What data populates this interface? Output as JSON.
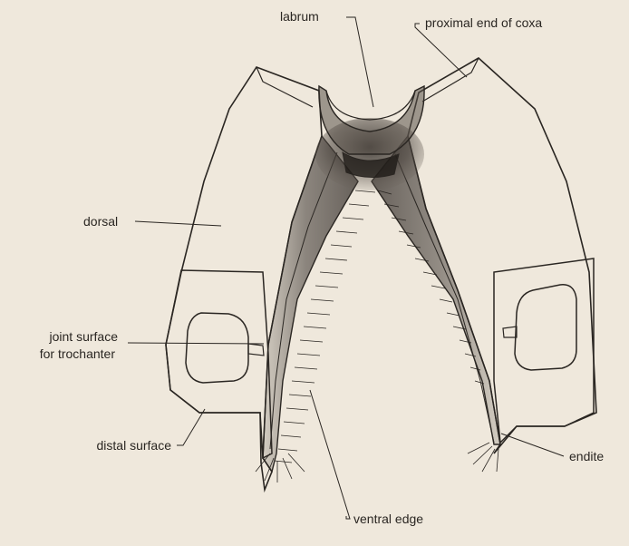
{
  "colors": {
    "background": "#efe8dc",
    "ink": "#2a2622",
    "stipple": "#3a3430"
  },
  "labels": {
    "labrum": "labrum",
    "proximal_end": "proximal end of coxa",
    "dorsal": "dorsal",
    "joint_surface_line1": "joint surface",
    "joint_surface_line2": "for trochanter",
    "distal_surface": "distal surface",
    "endite": "endite",
    "ventral_edge": "ventral edge"
  }
}
